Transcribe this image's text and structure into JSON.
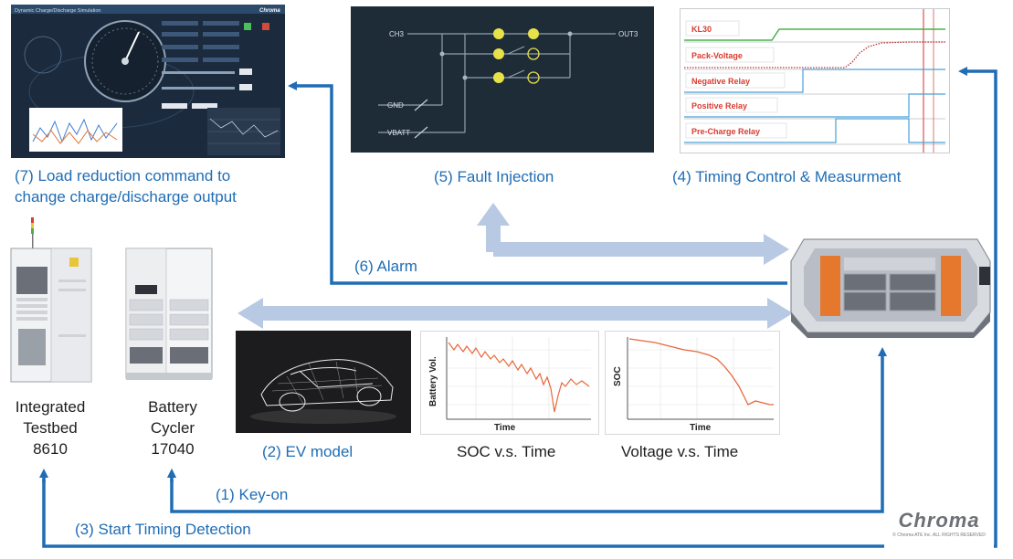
{
  "labels": {
    "load_reduction_line1": "(7) Load reduction command to",
    "load_reduction_line2": "change charge/discharge output",
    "fault_injection": "(5) Fault Injection",
    "timing_control": "(4) Timing Control & Measurment",
    "alarm": "(6) Alarm",
    "ev_model": "(2) EV model",
    "soc_vs_time": "SOC v.s. Time",
    "voltage_vs_time": "Voltage v.s. Time",
    "key_on": "(1) Key-on",
    "start_timing": "(3) Start  Timing Detection"
  },
  "devices": {
    "testbed_line1": "Integrated",
    "testbed_line2": "Testbed",
    "testbed_line3": "8610",
    "cycler_line1": "Battery",
    "cycler_line2": "Cycler",
    "cycler_line3": "17040"
  },
  "fault_panel": {
    "ch3": "CH3",
    "out3": "OUT3",
    "gnd": "GND",
    "vbatt": "VBATT"
  },
  "timing_panel": {
    "signals": [
      "KL30",
      "Pack-Voltage",
      "Negative Relay",
      "Positive Relay",
      "Pre-Charge Relay"
    ]
  },
  "software": {
    "title": "Dynamic Charge/Discharge Simulation",
    "brand": "Chroma"
  },
  "charts": {
    "battery_vol_ylabel": "Battery Vol.",
    "battery_vol_xlabel": "Time",
    "soc_ylabel": "SOC",
    "soc_xlabel": "Time"
  },
  "logo": {
    "brand": "Chroma",
    "copyright": "© Chroma ATE Inc. ALL RIGHTS RESERVED"
  },
  "colors": {
    "arrow_blue": "#1f6db5",
    "light_arrow": "#b8c9e4",
    "trace_orange": "#e8683a"
  }
}
